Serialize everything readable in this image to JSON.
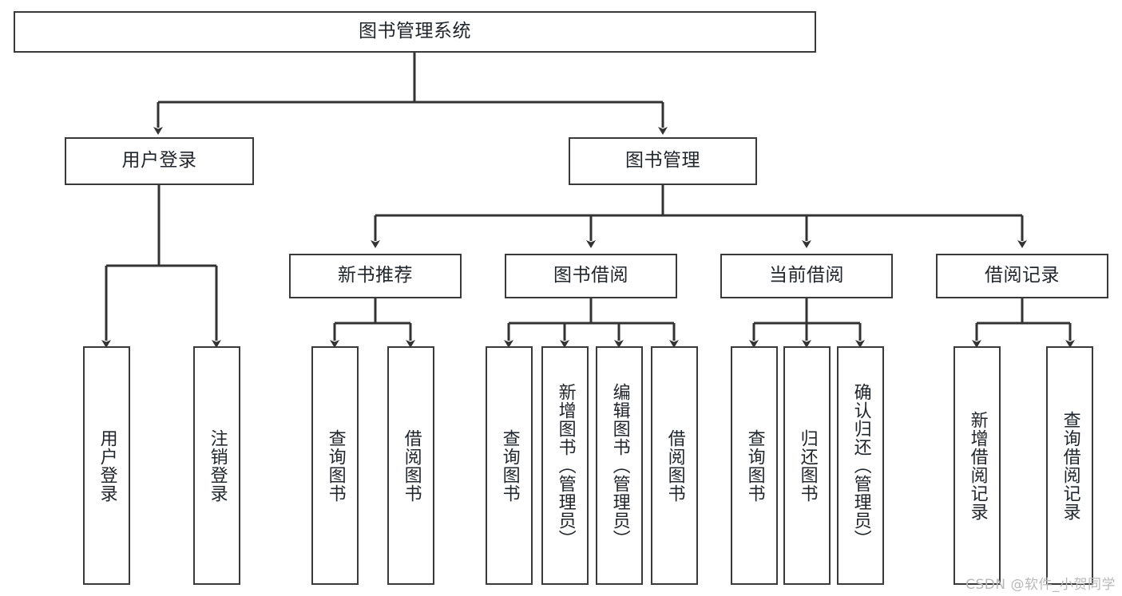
{
  "diagram": {
    "type": "tree-hierarchy",
    "title": "图书管理系统",
    "colors": {
      "box_border": "#3a3a3a",
      "box_fill": "#ffffff",
      "edge": "#333333",
      "text": "#20262b",
      "watermark": "#b9b9b9"
    },
    "root": {
      "label": "图书管理系统"
    },
    "level2": [
      {
        "label": "用户登录"
      },
      {
        "label": "图书管理"
      }
    ],
    "level3": [
      {
        "label": "新书推荐"
      },
      {
        "label": "图书借阅"
      },
      {
        "label": "当前借阅"
      },
      {
        "label": "借阅记录"
      }
    ],
    "leaves": {
      "user_login": [
        {
          "label": "用户登录"
        },
        {
          "label": "注销登录"
        }
      ],
      "new_book": [
        {
          "label": "查询图书"
        },
        {
          "label": "借阅图书"
        }
      ],
      "book_borrow": [
        {
          "label": "查询图书"
        },
        {
          "label": "新增图书（管理员）"
        },
        {
          "label": "编辑图书（管理员）"
        },
        {
          "label": "借阅图书"
        }
      ],
      "current_borrow": [
        {
          "label": "查询图书"
        },
        {
          "label": "归还图书"
        },
        {
          "label": "确认归还（管理员）"
        }
      ],
      "borrow_record": [
        {
          "label": "新增借阅记录"
        },
        {
          "label": "查询借阅记录"
        }
      ]
    },
    "watermark": "CSDN @软件_小贺同学"
  }
}
